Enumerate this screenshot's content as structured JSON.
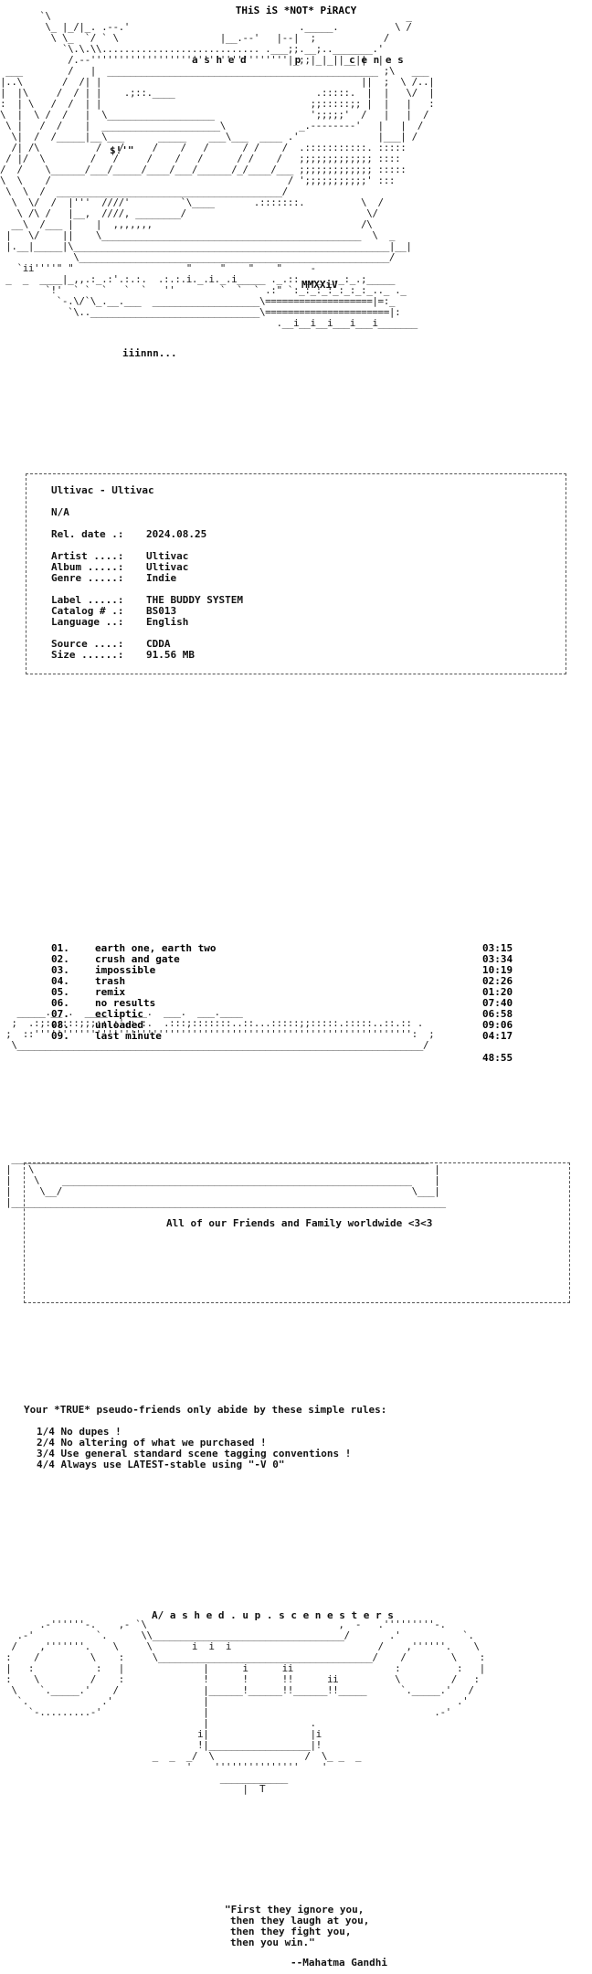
{
  "header": {
    "tagline": "THiS iS *NOT* PiRACY",
    "group_letters": "a s h e d        p        c e n e s",
    "year_mark": "MMXXiV",
    "sf_mark": "$!'\"",
    "rows_fill": "iiinnn..."
  },
  "release": {
    "title": "Ultivac - Ultivac",
    "extra": "N/A",
    "rel_date_label": "Rel. date .:",
    "rel_date": "2024.08.25",
    "artist_label": "Artist ....:",
    "artist": "Ultivac",
    "album_label": "Album .....:",
    "album": "Ultivac",
    "genre_label": "Genre .....:",
    "genre": "Indie",
    "label_label": "Label .....:",
    "label": "THE BUDDY SYSTEM",
    "catalog_label": "Catalog # .:",
    "catalog": "BS013",
    "language_label": "Language ..:",
    "language": "English",
    "source_label": "Source ....:",
    "source": "CDDA",
    "size_label": "Size ......:",
    "size": "91.56 MB"
  },
  "tracklist": {
    "tracks": [
      {
        "num": "01.",
        "title": "earth one, earth two",
        "time": "03:15"
      },
      {
        "num": "02.",
        "title": "crush and gate",
        "time": "03:34"
      },
      {
        "num": "03.",
        "title": "impossible",
        "time": "10:19"
      },
      {
        "num": "04.",
        "title": "trash",
        "time": "02:26"
      },
      {
        "num": "05.",
        "title": "remix",
        "time": "01:20"
      },
      {
        "num": "06.",
        "title": "no results",
        "time": "07:40"
      },
      {
        "num": "07.",
        "title": "ecliptic",
        "time": "06:58"
      },
      {
        "num": "08.",
        "title": "unloaded",
        "time": "09:06"
      },
      {
        "num": "09.",
        "title": "last minute",
        "time": "04:17"
      }
    ],
    "total": "48:55"
  },
  "greets": {
    "text": "All of our Friends and Family worldwide <3<3"
  },
  "rules": {
    "intro": "Your *TRUE* pseudo-friends only abide by these simple rules:",
    "items": [
      "1/4 No dupes !",
      "2/4 No altering of what we purchased !",
      "3/4 Use general standard scene tagging conventions !",
      "4/4 Always use LATEST-stable using \"-V 0\""
    ]
  },
  "footer": {
    "group_name": "A/ a s h e d . u p . s c e n e s t e r s",
    "quote_lines": [
      "\"First they ignore you,",
      "then they laugh at you,",
      "then they fight you,",
      "then you win.\""
    ],
    "attribution": "--Mahatma Gandhi"
  }
}
